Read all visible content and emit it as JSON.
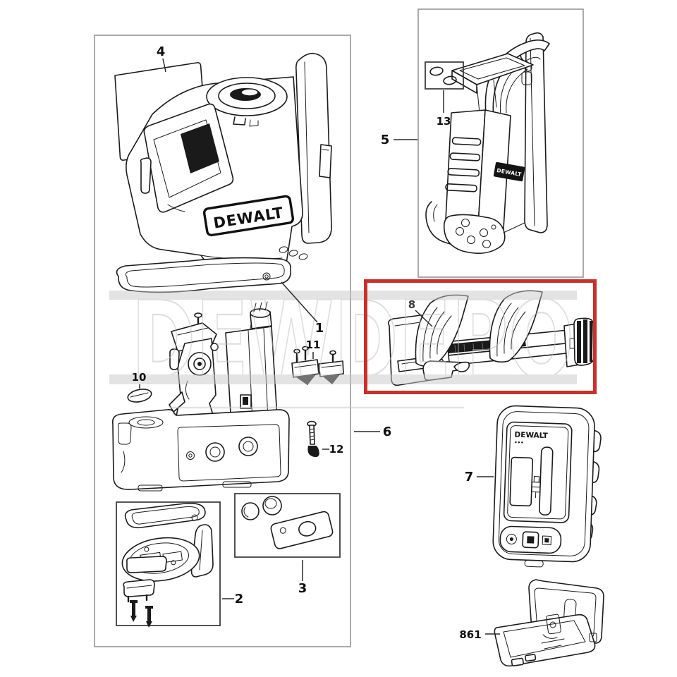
{
  "diagram": {
    "type": "exploded-parts-diagram",
    "watermark": {
      "text": "DEWDEPO"
    },
    "brand": {
      "housing_logo": "DEWALT",
      "bracket_logo": "DEWALT",
      "detector_logo": "DEWALT",
      "detector_sub": "•••"
    },
    "colors": {
      "highlight_red": "#c9302c",
      "line": "#1b1b1b",
      "outer_box_border": "#8f8f8f",
      "inner_box_border": "#3c3c3c",
      "watermark_grey": "#c9c9c9"
    },
    "labels": {
      "p1": "1",
      "p2": "2",
      "p3": "3",
      "p4": "4",
      "p5": "5",
      "p6": "6",
      "p7": "7",
      "p8": "8",
      "p10": "10",
      "p11": "11",
      "p12": "12",
      "p13": "13",
      "p861": "861"
    }
  }
}
